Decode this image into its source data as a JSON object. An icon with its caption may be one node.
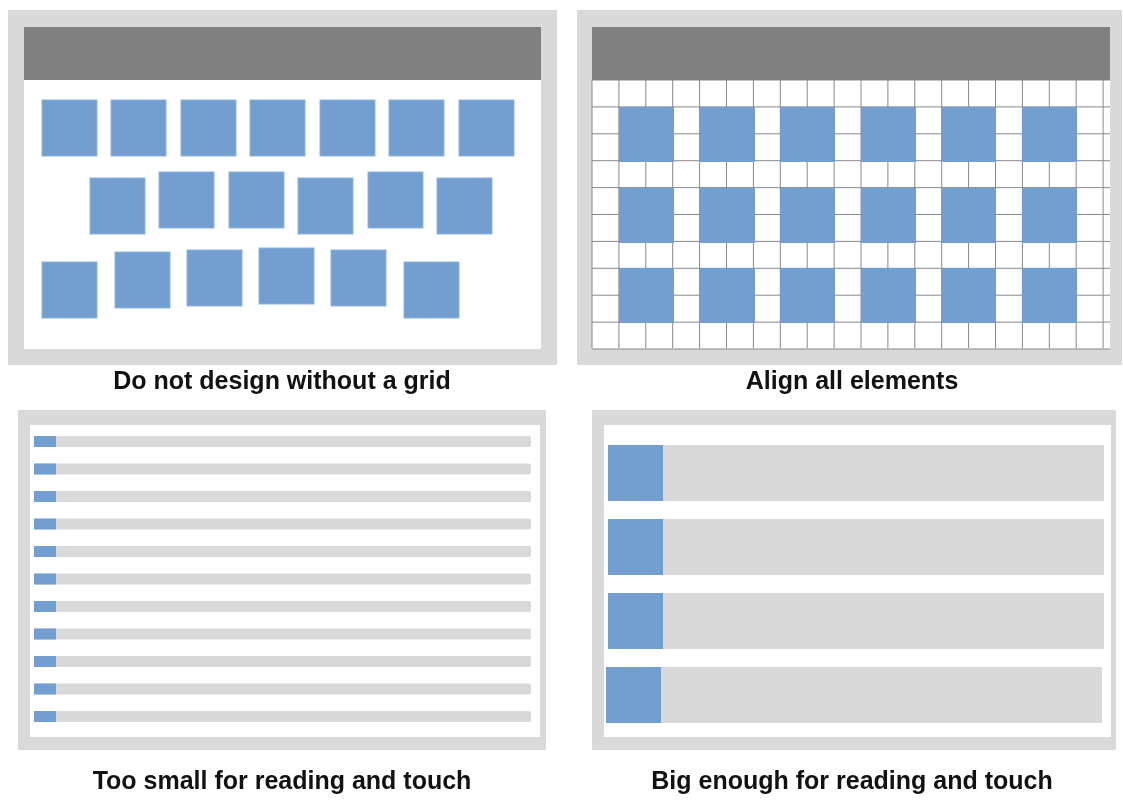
{
  "diagram": {
    "labels": [
      "Do not design without a grid",
      "Align all elements",
      "Too small for reading and touch",
      "Big enough for reading and touch"
    ]
  }
}
